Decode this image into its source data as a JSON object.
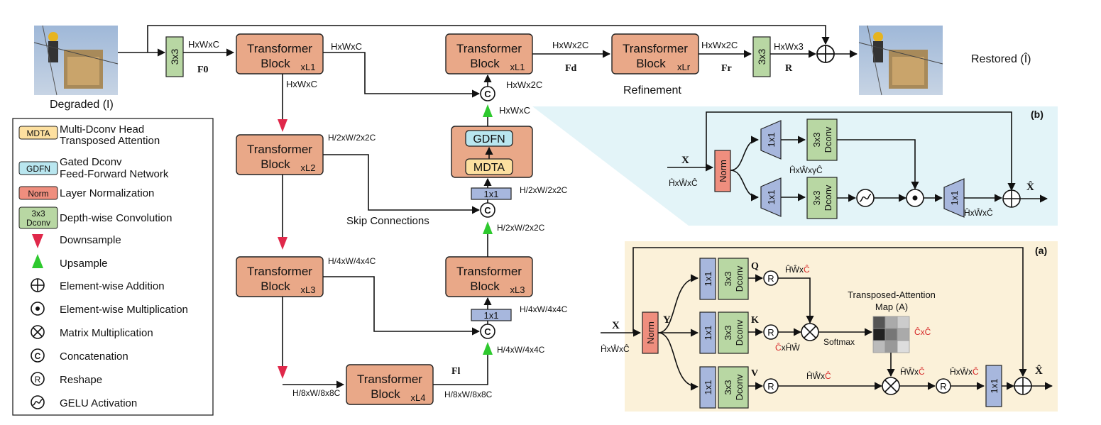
{
  "images": {
    "degraded_label": "Degraded (I)",
    "restored_label": "Restored (Î)"
  },
  "blocks": {
    "transformer": "Transformer",
    "block": "Block",
    "L1": "xL1",
    "L2": "xL2",
    "L3": "xL3",
    "L4": "xL4",
    "Lr": "xLr"
  },
  "labels": {
    "conv3x3": "3x3",
    "conv1x1": "1x1",
    "F0": "F0",
    "Fd": "Fd",
    "Fr": "Fr",
    "R": "R",
    "Fl": "Fl",
    "HxWxC": "HxWxC",
    "HxWx2C": "HxWx2C",
    "HxWx3": "HxWx3",
    "H2W2x2C": "H/2xW/2x2C",
    "H4W4x4C": "H/4xW/4x4C",
    "H8W8x8C": "H/8xW/8x8C",
    "refinement": "Refinement",
    "skip": "Skip Connections",
    "gdfn": "GDFN",
    "mdta": "MDTA",
    "concat": "C",
    "reshape": "R",
    "panel_b": "(b)",
    "panel_a": "(a)",
    "X": "X",
    "Xhat": "X̂",
    "Y": "Y",
    "Q": "Q",
    "K": "K",
    "V": "V",
    "hwc_hat": "ĤxŴxĈ",
    "hwc_hat2": "ĤŴxĈ",
    "c_hw_hat": "ĈxĤŴ",
    "cxc_hat": "ĈxĈ",
    "hxwx_gamma_c": "ĤxŴxγĈ",
    "dconv": "Dconv",
    "norm": "Norm",
    "softmax": "Softmax",
    "attn_map_1": "Transposed-Attention",
    "attn_map_2": "Map (A)"
  },
  "legend": {
    "items": [
      {
        "tag": "MDTA",
        "text": "Multi-Dconv Head",
        "text2": "Transposed Attention"
      },
      {
        "tag": "GDFN",
        "text": "Gated Dconv",
        "text2": "Feed-Forward Network"
      },
      {
        "tag": "Norm",
        "text": "Layer Normalization"
      },
      {
        "tag": "3x3 Dconv",
        "text": "Depth-wise Convolution"
      },
      {
        "tag": "",
        "text": "Downsample"
      },
      {
        "tag": "",
        "text": "Upsample"
      },
      {
        "tag": "",
        "text": "Element-wise Addition"
      },
      {
        "tag": "",
        "text": "Element-wise Multiplication"
      },
      {
        "tag": "",
        "text": "Matrix Multiplication"
      },
      {
        "tag": "",
        "text": "Concatenation"
      },
      {
        "tag": "",
        "text": "Reshape"
      },
      {
        "tag": "",
        "text": "GELU Activation"
      }
    ]
  },
  "colors": {
    "transformer": "#e9a888",
    "green_conv": "#b8d7a3",
    "blue_conv": "#a7b7dd",
    "norm": "#ef8e7e",
    "mdta": "#fde0a0",
    "gdfn": "#b9e6ef",
    "panel_b_bg": "#e3f4f8",
    "panel_a_bg": "#fbf1d9",
    "downsample": "#e0284a",
    "upsample": "#2ec92e"
  }
}
